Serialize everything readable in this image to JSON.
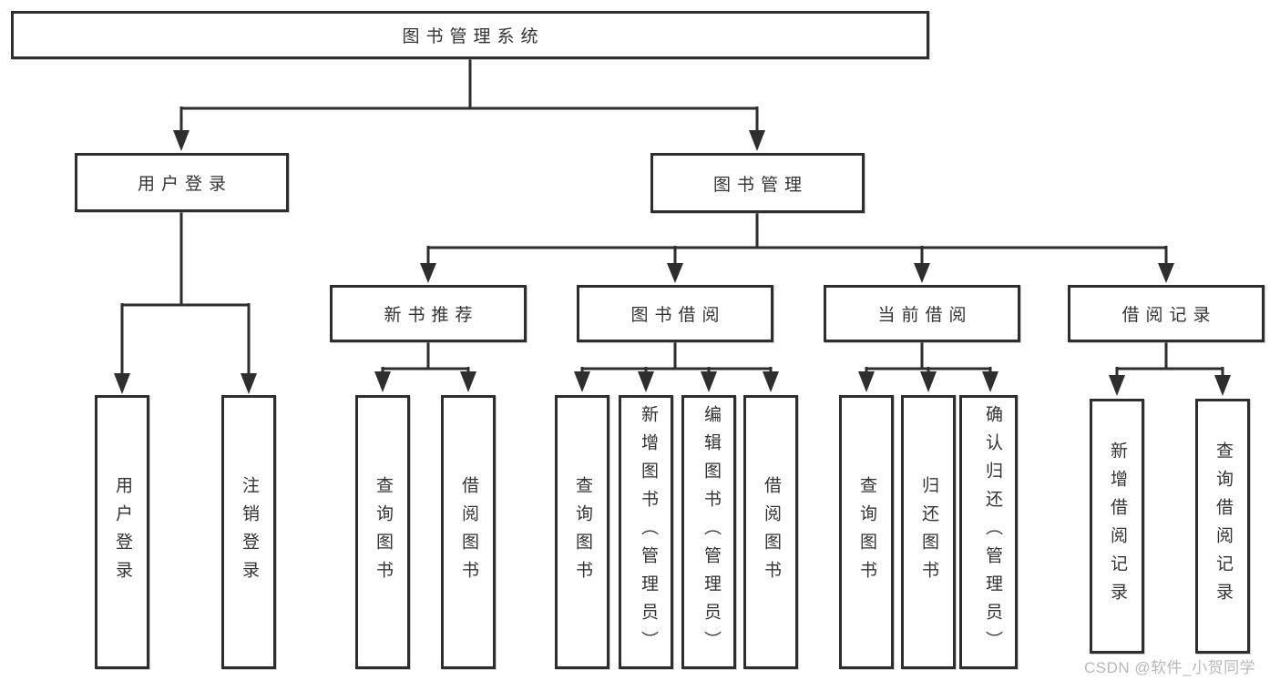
{
  "diagram": {
    "root": "图书管理系统",
    "level1": {
      "user_login": "用户登录",
      "book_management": "图书管理"
    },
    "level2": {
      "new_books": "新书推荐",
      "book_borrow": "图书借阅",
      "current_borrow": "当前借阅",
      "borrow_records": "借阅记录"
    },
    "leaves": {
      "user_login": [
        "用户登录",
        "注销登录"
      ],
      "new_books": [
        "查询图书",
        "借阅图书"
      ],
      "book_borrow": [
        "查询图书",
        "新增图书（管理员）",
        "编辑图书（管理员）",
        "借阅图书"
      ],
      "current_borrow": [
        "查询图书",
        "归还图书",
        "确认归还（管理员）"
      ],
      "borrow_records": [
        "新增借阅记录",
        "查询借阅记录"
      ]
    },
    "watermark": "CSDN @软件_小贺同学"
  },
  "colors": {
    "line": "#2e2e2e",
    "text": "#333333",
    "watermark_text": "#b8b8b8",
    "background": "#ffffff"
  }
}
